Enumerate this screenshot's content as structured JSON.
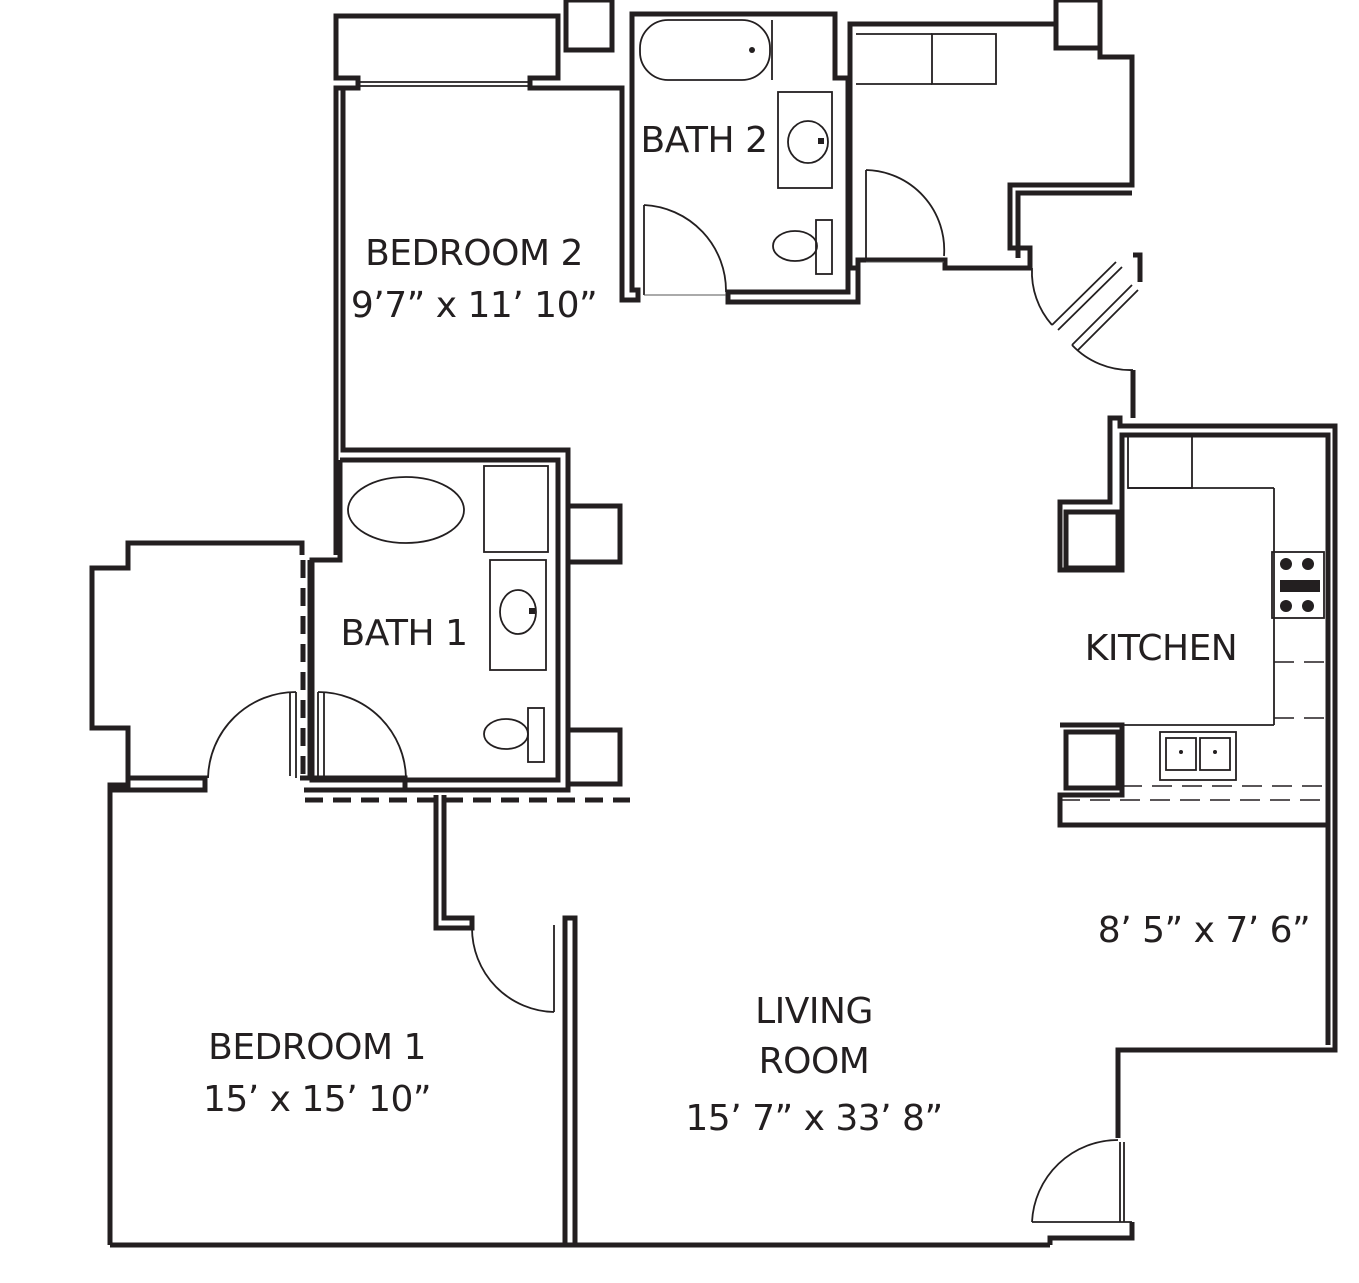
{
  "rooms": {
    "bath2": {
      "name": "BATH 2"
    },
    "bedroom2": {
      "name": "BEDROOM 2",
      "size": "9’7” x 11’ 10”"
    },
    "bath1": {
      "name": "BATH 1"
    },
    "kitchen": {
      "name": "KITCHEN",
      "size": "8’ 5” x 7’ 6”"
    },
    "living": {
      "name_line1": "LIVING",
      "name_line2": "ROOM",
      "size": "15’ 7” x 33’ 8”"
    },
    "bedroom1": {
      "name": "BEDROOM 1",
      "size": "15’ x 15’ 10”"
    }
  },
  "colors": {
    "line": "#231f20",
    "background": "#ffffff"
  }
}
